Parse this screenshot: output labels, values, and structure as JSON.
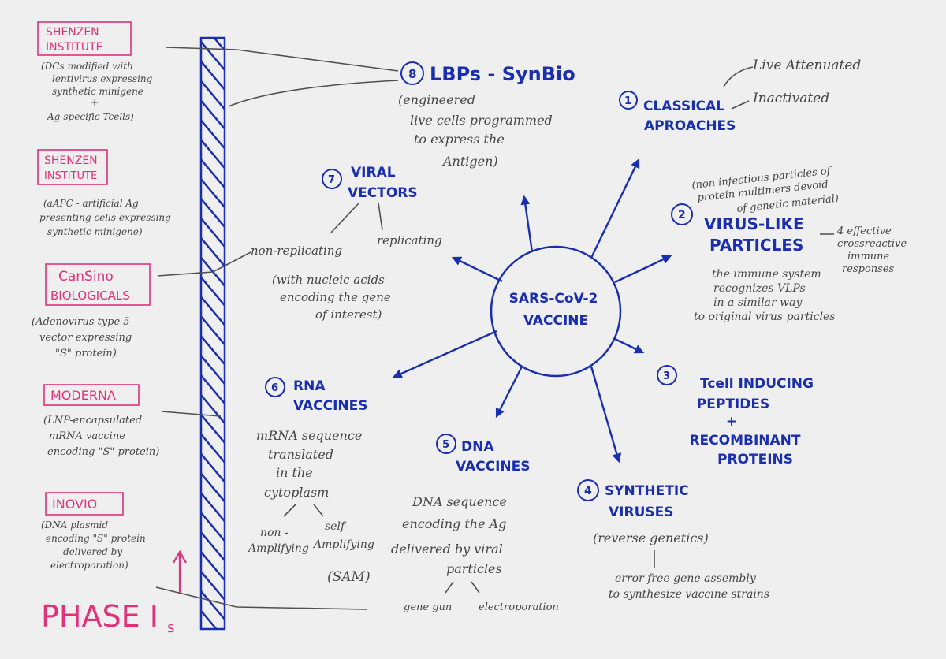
{
  "center": [
    "SARS-CoV-2",
    "VACCINE"
  ],
  "approaches": [
    {
      "num": "1",
      "title": [
        "CLASSICAL",
        "APROACHES"
      ],
      "branches": [
        "Live Attenuated",
        "Inactivated"
      ]
    },
    {
      "num": "2",
      "title": [
        "VIRUS-LIKE",
        "PARTICLES"
      ],
      "note_top": [
        "(non infectious particles of",
        "protein multimers devoid",
        "of genetic material)"
      ],
      "side": [
        "4 effective",
        "crossreactive",
        "immune",
        "responses"
      ],
      "note_bottom": [
        "the immune system",
        "recognizes VLPs",
        "in a similar way",
        "to original virus particles"
      ]
    },
    {
      "num": "3",
      "title": [
        "Tcell INDUCING",
        "PEPTIDES",
        "+",
        "RECOMBINANT",
        "PROTEINS"
      ]
    },
    {
      "num": "4",
      "title": [
        "SYNTHETIC",
        "VIRUSES"
      ],
      "sub": "(reverse genetics)",
      "note": [
        "error free gene assembly",
        "to synthesize vaccine strains"
      ]
    },
    {
      "num": "5",
      "title": [
        "DNA",
        "VACCINES"
      ],
      "note": [
        "DNA sequence",
        "encoding the Ag",
        "delivered by viral",
        "particles"
      ],
      "branches": [
        "gene gun",
        "electroporation"
      ]
    },
    {
      "num": "6",
      "title": [
        "RNA",
        "VACCINES"
      ],
      "note": [
        "mRNA sequence",
        "translated",
        "in the",
        "cytoplasm"
      ],
      "branches": [
        [
          "non -",
          "Amplifying"
        ],
        [
          "self-",
          "Amplifying",
          "(SAM)"
        ]
      ]
    },
    {
      "num": "7",
      "title": [
        "VIRAL",
        "VECTORS"
      ],
      "branches": [
        "non-replicating",
        "replicating"
      ],
      "note": [
        "(with nucleic acids",
        "encoding the gene",
        "of interest)"
      ]
    },
    {
      "num": "8",
      "title": [
        "LBPs - SynBio"
      ],
      "note": [
        "(engineered",
        "live cells programmed",
        "to express the",
        "Antigen)"
      ]
    }
  ],
  "companies": [
    {
      "name": [
        "SHENZEN",
        "INSTITUTE"
      ],
      "desc": [
        "(DCs modified with",
        "lentivirus expressing",
        "synthetic minigene",
        "+",
        "Ag-specific Tcells)"
      ]
    },
    {
      "name": [
        "SHENZEN",
        "INSTITUTE"
      ],
      "desc": [
        "(aAPC - artificial Ag",
        "presenting cells expressing",
        "synthetic minigene)"
      ]
    },
    {
      "name": [
        "CanSino",
        "BIOLOGICALS"
      ],
      "desc": [
        "(Adenovirus type 5",
        "vector expressing",
        "\"S\" protein)"
      ]
    },
    {
      "name": [
        "MODERNA"
      ],
      "desc": [
        "(LNP-encapsulated",
        "mRNA vaccine",
        "encoding \"S\" protein)"
      ]
    },
    {
      "name": [
        "INOVIO"
      ],
      "desc": [
        "(DNA plasmid",
        "encoding \"S\" protein",
        "delivered by",
        "electroporation)"
      ]
    }
  ],
  "phase_label": "PHASE I",
  "phase_sub": "s",
  "colors": {
    "blue": "#1a2fb0",
    "pink": "#e0317a",
    "pencil": "#454545",
    "paper": "#efefef"
  }
}
